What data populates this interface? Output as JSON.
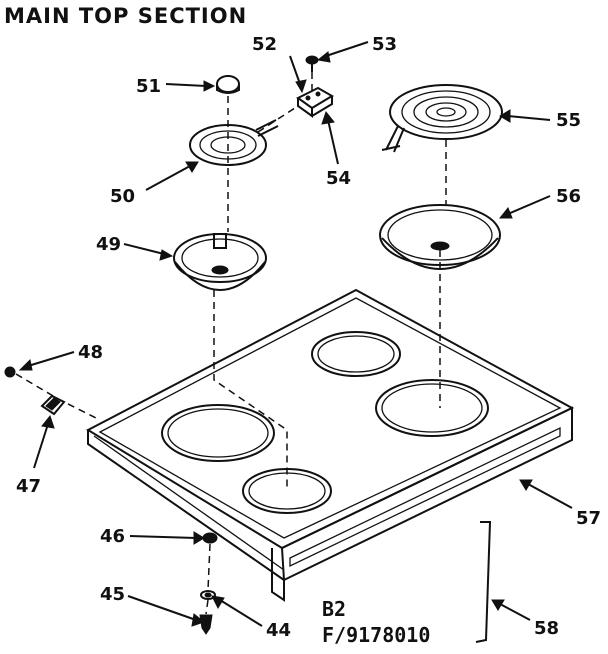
{
  "title": "MAIN TOP SECTION",
  "reference": {
    "model_line": "B2",
    "figure_line": "F/9178010"
  },
  "callouts": {
    "p44": "44",
    "p45": "45",
    "p46": "46",
    "p47": "47",
    "p48": "48",
    "p49": "49",
    "p50": "50",
    "p51": "51",
    "p52": "52",
    "p53": "53",
    "p54": "54",
    "p55": "55",
    "p56": "56",
    "p57": "57",
    "p58": "58"
  }
}
